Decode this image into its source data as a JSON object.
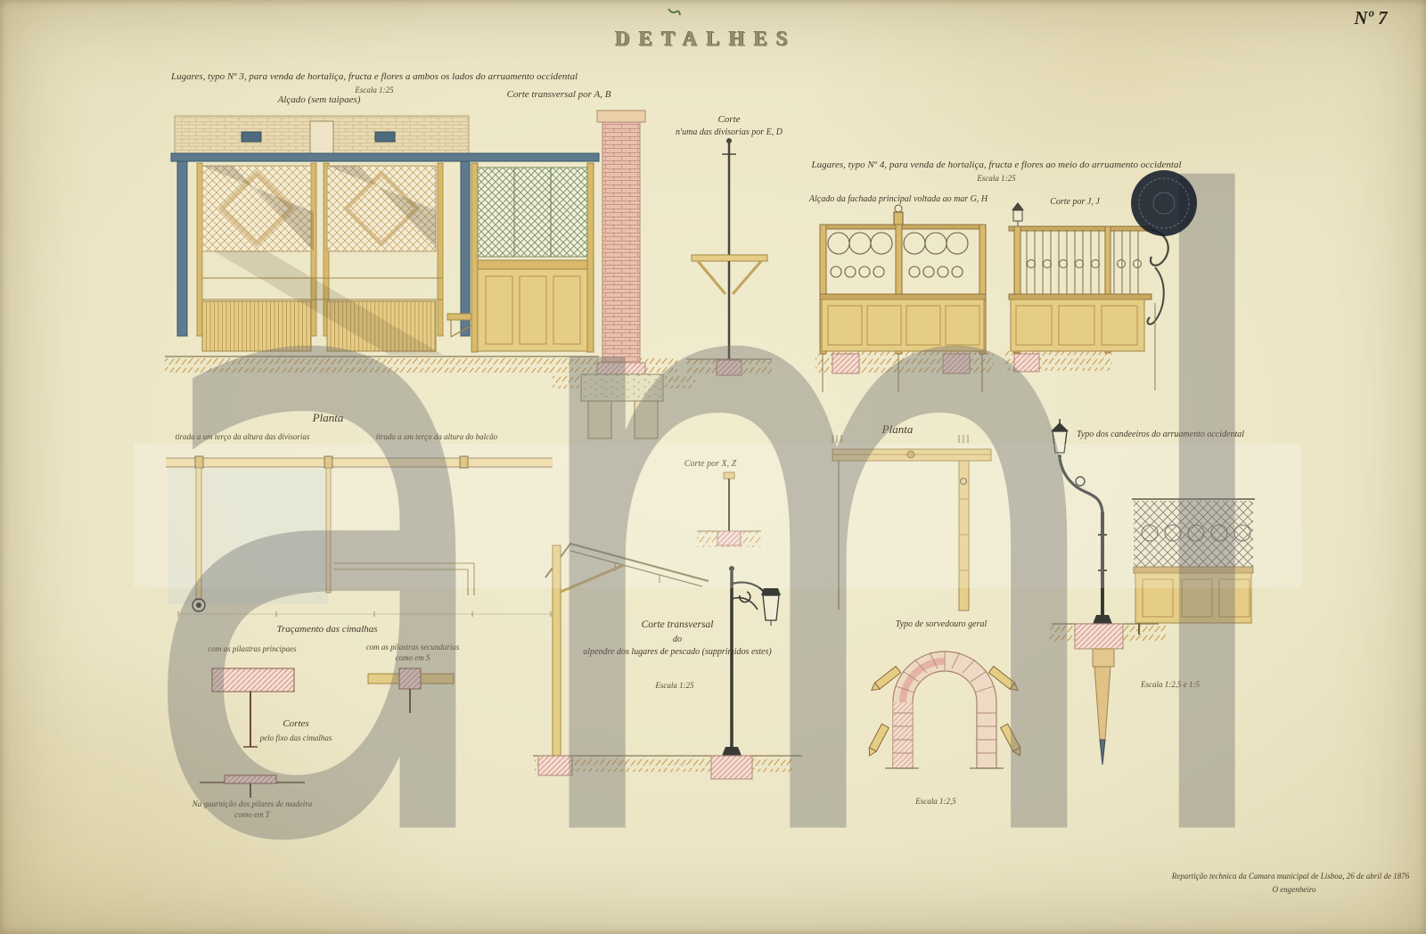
{
  "plate": {
    "number": "Nº 7",
    "title": "DETALHES",
    "watermark": "aml"
  },
  "section_no3": {
    "caption": "Lugares, typo Nº 3, para venda de hortaliça, fructa e flores a ambos os lados do arruamento occidental",
    "scale": "Escala 1:25",
    "elevation_label": "Alçado (sem taipaes)",
    "section_label": "Corte transversal por A, B"
  },
  "divider_section": {
    "line1": "Corte",
    "line2": "n'uma das divisorias por E, D",
    "corte_xz": "Corte por X, Z"
  },
  "section_no4": {
    "caption": "Lugares, typo Nº 4, para venda de hortaliça, fructa e flores ao meio do arruamento occidental",
    "scale": "Escala 1:25",
    "elevation_label": "Alçado da fachada principal voltada ao mar G, H",
    "section_label": "Corte por J, J"
  },
  "plans": {
    "title": "Planta",
    "left_label": "tirada a um terço da altura das divisorias",
    "right_label": "tirada a um terço da altura do balcão"
  },
  "plan_no4": {
    "title": "Planta"
  },
  "cimalhas": {
    "title": "Traçamento das cimalhas",
    "left_label": "com as pilastras principaes",
    "right_label_1": "com as pilastras secundarias",
    "right_label_2": "como em S",
    "cortes": "Cortes",
    "cortes_sub": "pelo fixo das cimalhas",
    "bottom_1": "Na guarnição dos pilares de madeira",
    "bottom_2": "como em T"
  },
  "canopy": {
    "line1": "Corte transversal",
    "line2": "do",
    "line3": "alpendre dos lugares de pescado (supprimidos estes)",
    "scale": "Escala 1:25"
  },
  "drain": {
    "caption": "Typo de sorvedouro geral",
    "scale": "Escala 1:2,5"
  },
  "lamp": {
    "caption": "Typo dos candeeiros do arruamento occidental",
    "scale": "Escala 1:2,5 e 1:5"
  },
  "footer": {
    "line1": "Repartição technica da Camara municipal de Lisboa, 26 de abril de 1876",
    "line2": "O engenheiro"
  }
}
